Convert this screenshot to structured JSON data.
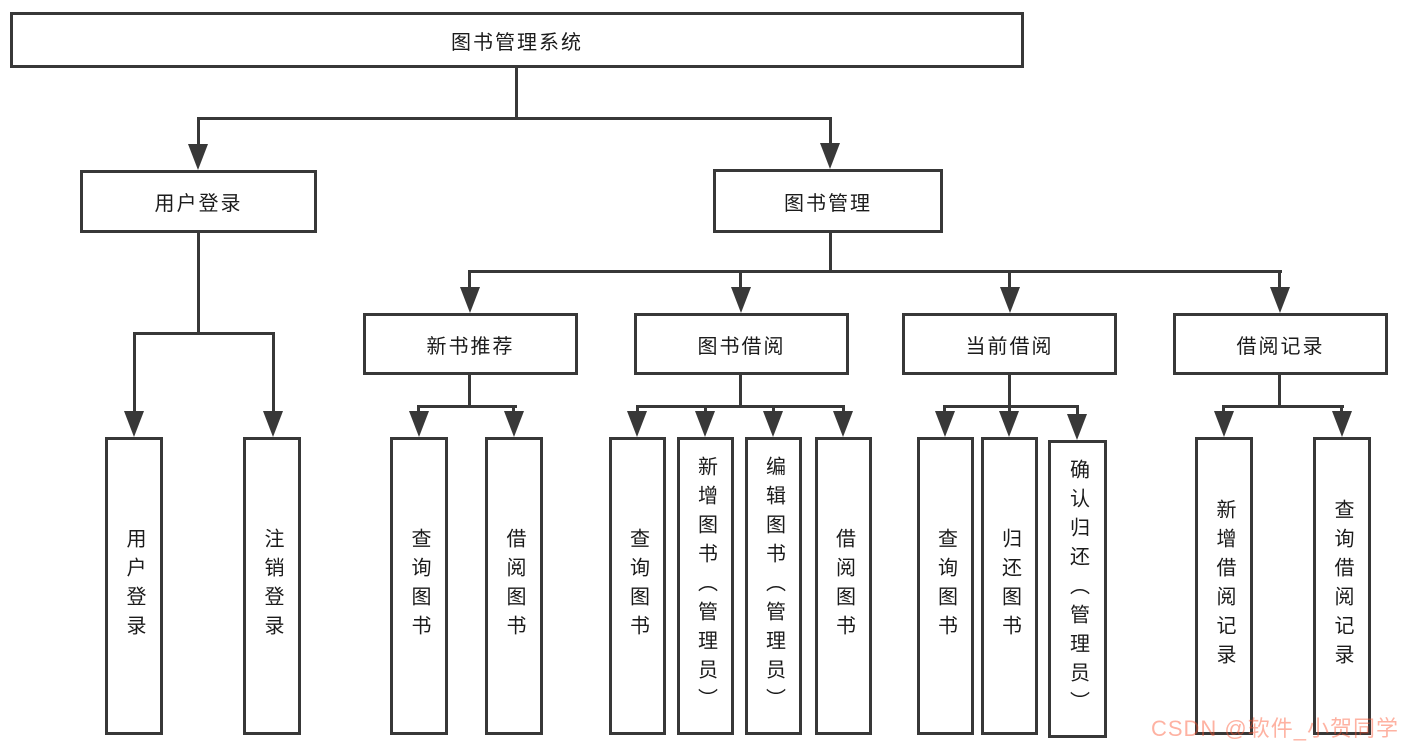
{
  "nodes": {
    "root": "图书管理系统",
    "l2": [
      "用户登录",
      "图书管理"
    ],
    "l3": [
      "新书推荐",
      "图书借阅",
      "当前借阅",
      "借阅记录"
    ],
    "g1": [
      "用户登录",
      "注销登录"
    ],
    "g2": [
      "查询图书",
      "借阅图书"
    ],
    "g3": [
      "查询图书",
      "新增图书（管理员）",
      "编辑图书（管理员）",
      "借阅图书"
    ],
    "g4": [
      "查询图书",
      "归还图书",
      "确认归还（管理员）"
    ],
    "g5": [
      "新增借阅记录",
      "查询借阅记录"
    ]
  },
  "watermark": {
    "text": "CSDN @软件_小贺同学"
  },
  "colors": {
    "line": "#383838",
    "text": "#1b1b1b",
    "watermark": "rgba(252,85,49,0.45)"
  }
}
